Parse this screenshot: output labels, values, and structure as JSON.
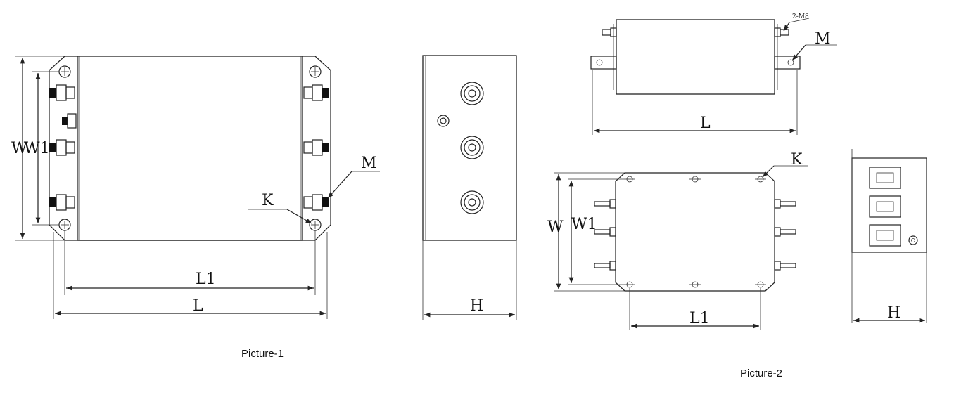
{
  "picture1": {
    "caption": "Picture-1",
    "labels": {
      "W": "W",
      "W1": "W1",
      "M": "M",
      "K": "K",
      "L1": "L1",
      "L": "L",
      "H": "H"
    }
  },
  "picture2": {
    "caption": "Picture-2",
    "labels": {
      "thread": "2-M8",
      "M": "M",
      "L": "L",
      "K": "K",
      "W": "W",
      "W1": "W1",
      "L1": "L1",
      "H": "H"
    }
  }
}
